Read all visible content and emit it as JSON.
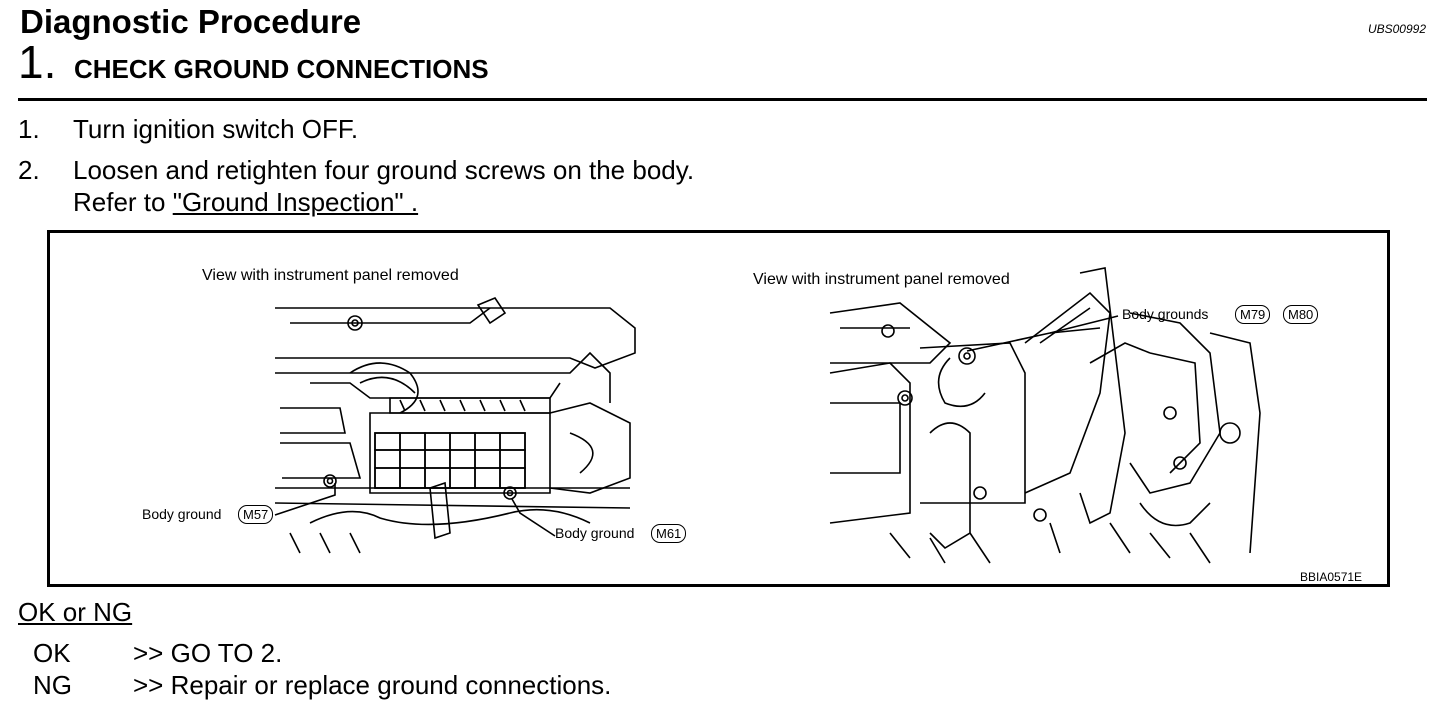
{
  "header": {
    "title": "Diagnostic Procedure",
    "doc_id": "UBS00992",
    "step_number": "1.",
    "step_title": "CHECK GROUND CONNECTIONS"
  },
  "instructions": [
    {
      "num": "1.",
      "text": "Turn ignition switch OFF."
    },
    {
      "num": "2.",
      "text": "Loosen and retighten four ground screws on the body.",
      "ref_prefix": "Refer to ",
      "ref_link": "\"Ground Inspection\" .   "
    }
  ],
  "figure": {
    "left_caption": "View with instrument panel removed",
    "right_caption": "View with instrument panel removed",
    "label_m57_text": "Body ground",
    "label_m57_code": "M57",
    "label_m61_text": "Body ground",
    "label_m61_code": "M61",
    "label_grounds_text": "Body grounds",
    "label_m79_code": "M79",
    "label_m80_code": "M80",
    "figure_id": "BBIA0571E"
  },
  "result": {
    "heading": "OK or NG",
    "rows": [
      {
        "key": "OK",
        "value": ">> GO TO 2."
      },
      {
        "key": "NG",
        "value": ">> Repair or replace ground connections."
      }
    ]
  }
}
